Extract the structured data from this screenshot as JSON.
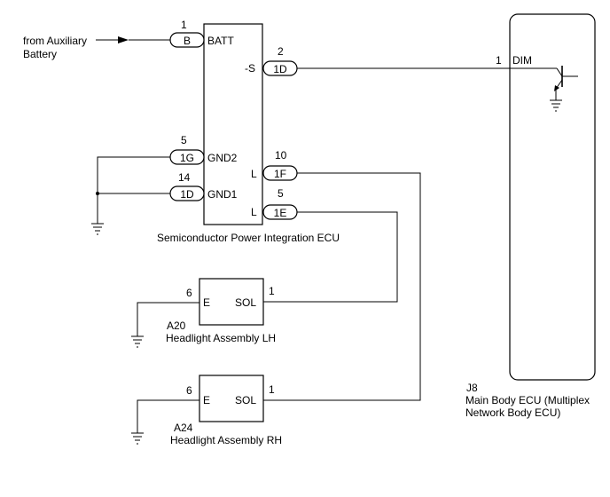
{
  "ecu": {
    "name": "Semiconductor Power Integration ECU",
    "pins": {
      "batt": {
        "num": "1",
        "code": "B",
        "label": "BATT"
      },
      "s": {
        "num": "2",
        "code": "1D",
        "label": "-S"
      },
      "gnd2": {
        "num": "5",
        "code": "1G",
        "label": "GND2"
      },
      "gnd1": {
        "num": "14",
        "code": "1D",
        "label": "GND1"
      },
      "l_top": {
        "num": "10",
        "code": "1F",
        "label": "L"
      },
      "l_bot": {
        "num": "5",
        "code": "1E",
        "label": "L"
      }
    }
  },
  "source": {
    "line1": "from Auxiliary",
    "line2": "Battery"
  },
  "main_ecu": {
    "id": "J8",
    "name_line1": "Main Body ECU (Multiplex",
    "name_line2": "Network Body ECU)",
    "pin_num": "1",
    "pin_label": "DIM"
  },
  "headlight_lh": {
    "id": "A20",
    "name": "Headlight Assembly LH",
    "pin_e_num": "6",
    "pin_e": "E",
    "pin_sol_num": "1",
    "pin_sol": "SOL"
  },
  "headlight_rh": {
    "id": "A24",
    "name": "Headlight Assembly RH",
    "pin_e_num": "6",
    "pin_e": "E",
    "pin_sol_num": "1",
    "pin_sol": "SOL"
  }
}
